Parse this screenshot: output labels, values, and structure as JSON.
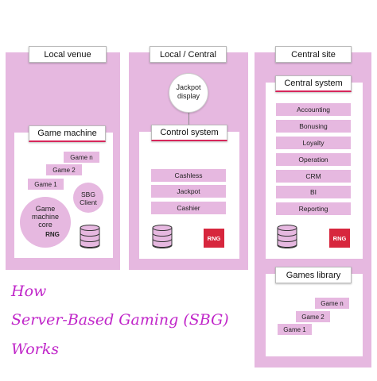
{
  "columns": {
    "local_venue": {
      "header": "Local venue",
      "machine_title": "Game machine",
      "games": [
        "Game n",
        "Game 2",
        "Game 1"
      ],
      "core": [
        "Game",
        "machine",
        "core"
      ],
      "core_rng": "RNG",
      "sbg_client": [
        "SBG",
        "Client"
      ]
    },
    "local_central": {
      "header": "Local / Central",
      "jackpot_display": [
        "Jackpot",
        "display"
      ],
      "control_title": "Control system",
      "items": [
        "Cashless",
        "Jackpot",
        "Cashier"
      ],
      "rng": "RNG"
    },
    "central_site": {
      "header": "Central site",
      "central_title": "Central system",
      "items": [
        "Accounting",
        "Bonusing",
        "Loyalty",
        "Operation",
        "CRM",
        "BI",
        "Reporting"
      ],
      "rng": "RNG",
      "library_title": "Games library",
      "games": [
        "Game n",
        "Game 2",
        "Game 1"
      ]
    }
  },
  "caption": [
    "How",
    "Server-Based Gaming (SBG)",
    "Works"
  ],
  "colors": {
    "lavender": "#e6b8e0",
    "accent_red": "#d7263d",
    "caption_purple": "#c026c9"
  }
}
